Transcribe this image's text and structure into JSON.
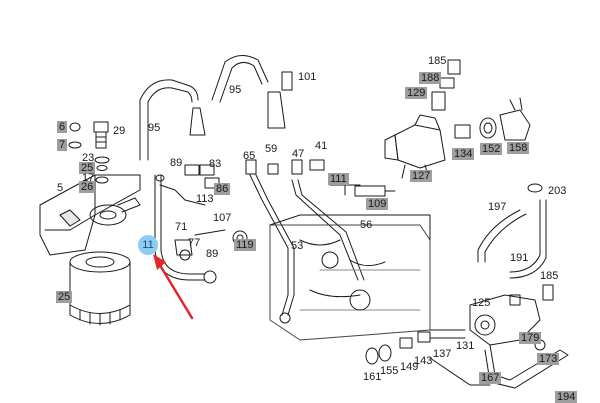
{
  "diagram": {
    "labels": [
      {
        "id": "l185a",
        "text": "185",
        "hl": false
      },
      {
        "id": "l188",
        "text": "188",
        "hl": true
      },
      {
        "id": "l101",
        "text": "101",
        "hl": false
      },
      {
        "id": "l95a",
        "text": "95",
        "hl": false
      },
      {
        "id": "l129",
        "text": "129",
        "hl": true
      },
      {
        "id": "l6",
        "text": "6",
        "hl": true
      },
      {
        "id": "l29",
        "text": "29",
        "hl": false
      },
      {
        "id": "l95b",
        "text": "95",
        "hl": false
      },
      {
        "id": "l7",
        "text": "7",
        "hl": true
      },
      {
        "id": "l41",
        "text": "41",
        "hl": false
      },
      {
        "id": "l65",
        "text": "65",
        "hl": false
      },
      {
        "id": "l59",
        "text": "59",
        "hl": false
      },
      {
        "id": "l47",
        "text": "47",
        "hl": false
      },
      {
        "id": "l134",
        "text": "134",
        "hl": true
      },
      {
        "id": "l152",
        "text": "152",
        "hl": true
      },
      {
        "id": "l158",
        "text": "158",
        "hl": true
      },
      {
        "id": "l23",
        "text": "23",
        "hl": false
      },
      {
        "id": "l89a",
        "text": "89",
        "hl": false
      },
      {
        "id": "l83",
        "text": "83",
        "hl": false
      },
      {
        "id": "l25a",
        "text": "25",
        "hl": true
      },
      {
        "id": "l17",
        "text": "17",
        "hl": false
      },
      {
        "id": "l26",
        "text": "26",
        "hl": true
      },
      {
        "id": "l5",
        "text": "5",
        "hl": false
      },
      {
        "id": "l86",
        "text": "86",
        "hl": true
      },
      {
        "id": "l111",
        "text": "111",
        "hl": true
      },
      {
        "id": "l127",
        "text": "127",
        "hl": true
      },
      {
        "id": "l203",
        "text": "203",
        "hl": false
      },
      {
        "id": "l113",
        "text": "113",
        "hl": false
      },
      {
        "id": "l109",
        "text": "109",
        "hl": true
      },
      {
        "id": "l197",
        "text": "197",
        "hl": false
      },
      {
        "id": "l71",
        "text": "71",
        "hl": false
      },
      {
        "id": "l107",
        "text": "107",
        "hl": false
      },
      {
        "id": "l56",
        "text": "56",
        "hl": false
      },
      {
        "id": "l119",
        "text": "119",
        "hl": true
      },
      {
        "id": "l77",
        "text": "77",
        "hl": false
      },
      {
        "id": "l53",
        "text": "53",
        "hl": false
      },
      {
        "id": "l89b",
        "text": "89",
        "hl": false
      },
      {
        "id": "l191",
        "text": "191",
        "hl": false
      },
      {
        "id": "l185b",
        "text": "185",
        "hl": false
      },
      {
        "id": "l25b",
        "text": "25",
        "hl": true
      },
      {
        "id": "l125",
        "text": "125",
        "hl": false
      },
      {
        "id": "l179",
        "text": "179",
        "hl": true
      },
      {
        "id": "l131",
        "text": "131",
        "hl": false
      },
      {
        "id": "l137",
        "text": "137",
        "hl": false
      },
      {
        "id": "l143",
        "text": "143",
        "hl": false
      },
      {
        "id": "l149",
        "text": "149",
        "hl": false
      },
      {
        "id": "l155",
        "text": "155",
        "hl": false
      },
      {
        "id": "l173",
        "text": "173",
        "hl": true
      },
      {
        "id": "l161",
        "text": "161",
        "hl": false
      },
      {
        "id": "l167",
        "text": "167",
        "hl": true
      },
      {
        "id": "l194",
        "text": "194",
        "hl": true
      }
    ],
    "callout": {
      "text": "11",
      "color": "#8ecdf3"
    },
    "arrow_color": "#e3262b"
  }
}
